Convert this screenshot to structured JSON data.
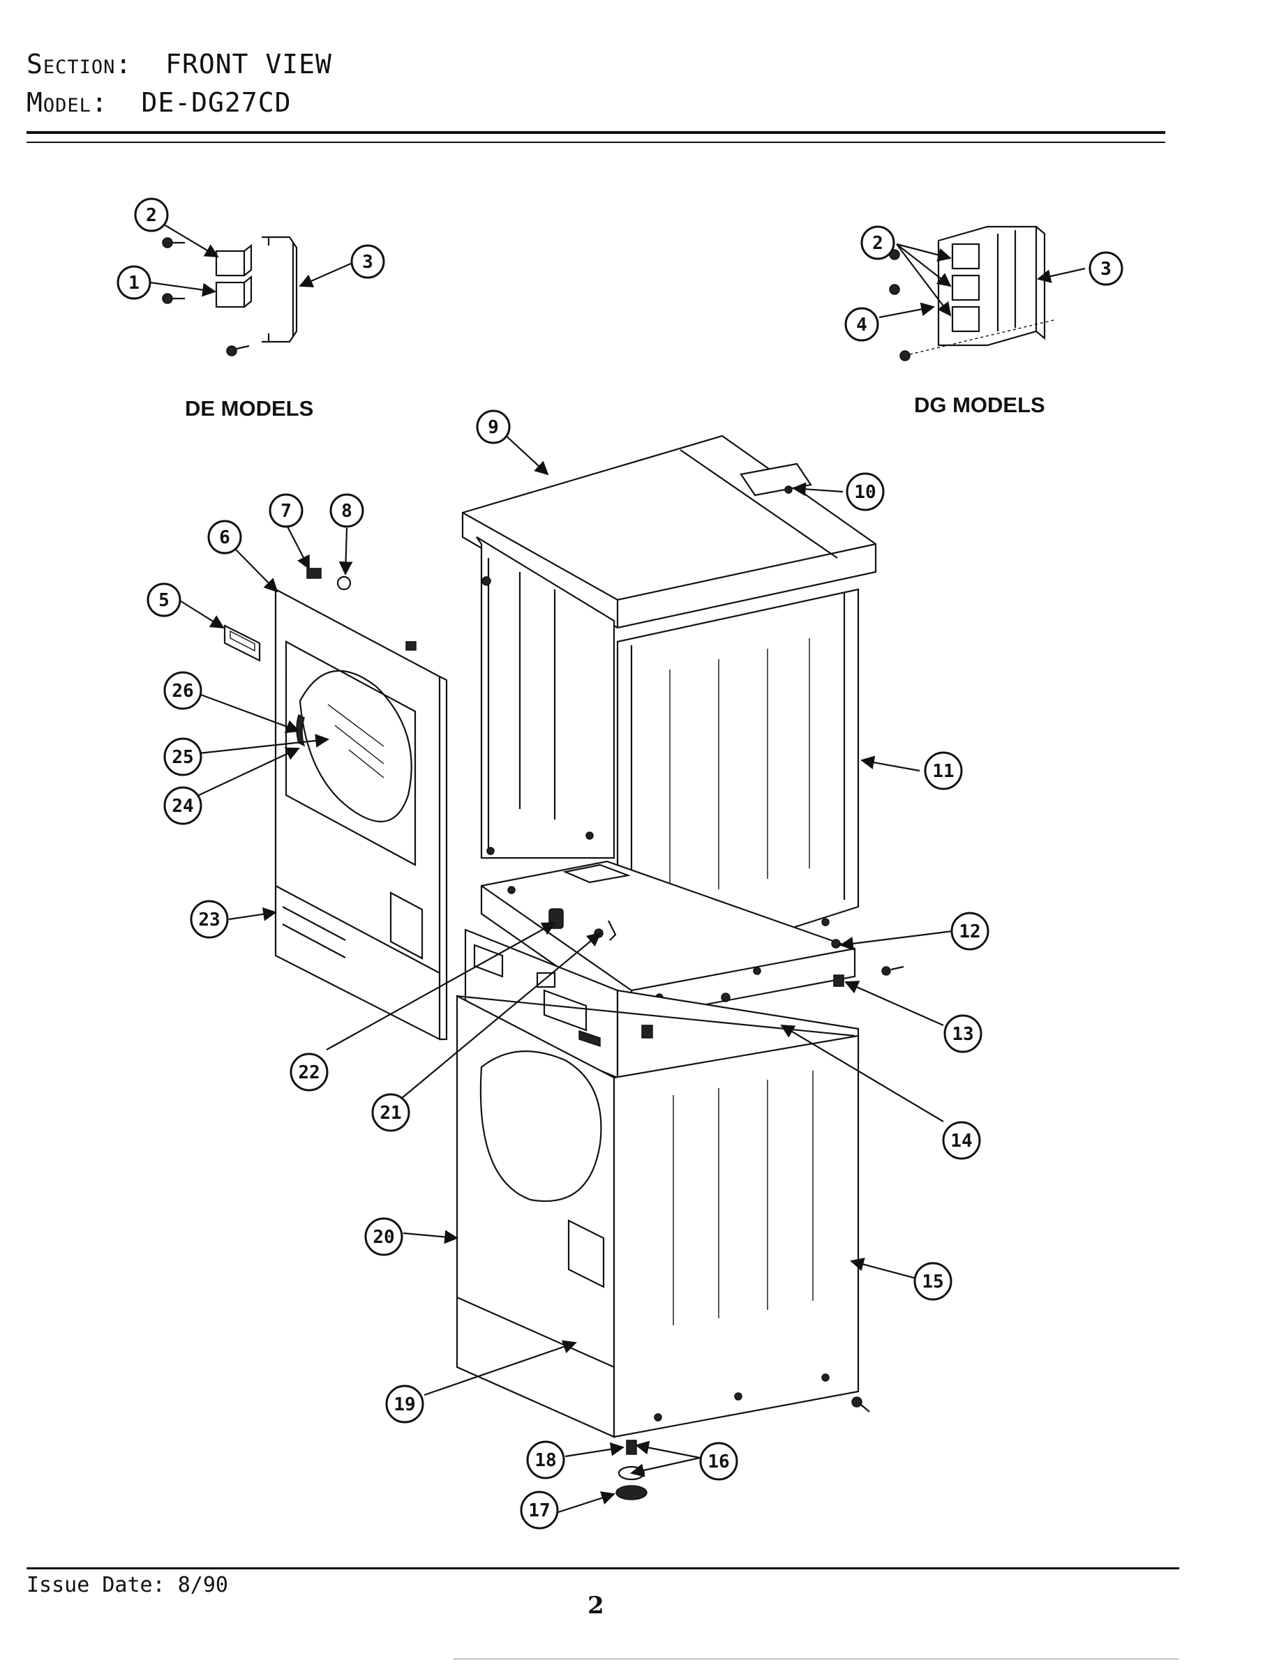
{
  "header": {
    "section_key": "Section:",
    "section_value": "FRONT VIEW",
    "model_key": "Model:",
    "model_value": "DE-DG27CD"
  },
  "captions": {
    "de_models": "DE MODELS",
    "dg_models": "DG MODELS"
  },
  "callouts": [
    "1",
    "2",
    "3",
    "4",
    "5",
    "6",
    "7",
    "8",
    "9",
    "10",
    "11",
    "12",
    "13",
    "14",
    "15",
    "16",
    "17",
    "18",
    "19",
    "20",
    "21",
    "22",
    "23",
    "24",
    "25",
    "26",
    "2",
    "3"
  ],
  "footer": {
    "issue_date": "Issue Date: 8/90",
    "page_number": "2"
  }
}
